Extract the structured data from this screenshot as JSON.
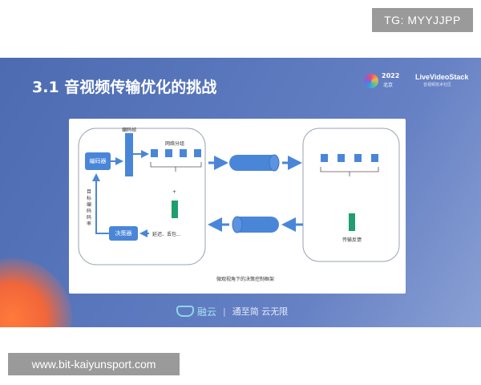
{
  "watermark_top": "TG: MYYJJPP",
  "watermark_bottom": "www.bit-kaiyunsport.com",
  "slide": {
    "title": "3.1 音视频传输优化的挑战",
    "logo_year": "2022",
    "logo_city": "北京",
    "logo_brand": "LiveVideoStack",
    "logo_brand_sub": "音视频技术社区",
    "footer_brand": "融云",
    "footer_separator": "|",
    "footer_slogan": "通至简 云无限"
  },
  "diagram": {
    "encoder": "编码器",
    "encoded_frame": "编码帧",
    "network_packets": "网络分组",
    "target_bitrate": "目标编码码率",
    "plus": "+",
    "decider": "决策器",
    "delay_loss": "延迟、丢包...",
    "transport_feedback": "传输反馈",
    "caption": "微观视角下的决策控制框架"
  },
  "colors": {
    "accent_blue": "#4a86d8",
    "feedback_green": "#1f9e6e",
    "slide_bg": "#5a77bd"
  }
}
